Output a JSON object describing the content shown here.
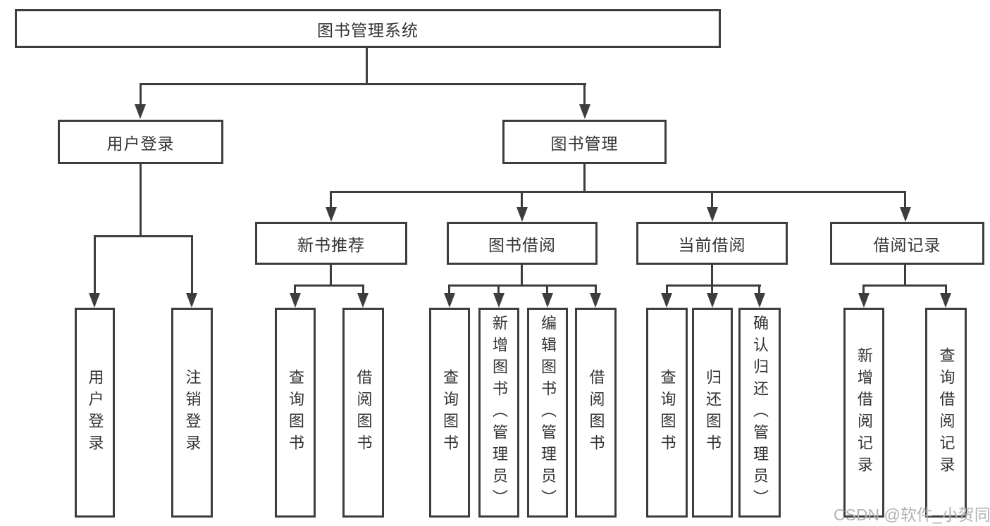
{
  "tree": {
    "root": {
      "label": "图书管理系统"
    },
    "branches": [
      {
        "label": "用户登录",
        "children": [
          {
            "label": "用户登录"
          },
          {
            "label": "注销登录"
          }
        ]
      },
      {
        "label": "图书管理",
        "children": [
          {
            "label": "新书推荐",
            "children": [
              {
                "label": "查询图书"
              },
              {
                "label": "借阅图书"
              }
            ]
          },
          {
            "label": "图书借阅",
            "children": [
              {
                "label": "查询图书"
              },
              {
                "label": "新增图书（管理员）"
              },
              {
                "label": "编辑图书（管理员）"
              },
              {
                "label": "借阅图书"
              }
            ]
          },
          {
            "label": "当前借阅",
            "children": [
              {
                "label": "查询图书"
              },
              {
                "label": "归还图书"
              },
              {
                "label": "确认归还（管理员）"
              }
            ]
          },
          {
            "label": "借阅记录",
            "children": [
              {
                "label": "新增借阅记录"
              },
              {
                "label": "查询借阅记录"
              }
            ]
          }
        ]
      }
    ]
  },
  "watermark": "CSDN @软件_小贺同学",
  "colors": {
    "line": "#3d3d3d",
    "text": "#333333",
    "watermark": "#b2b2b2"
  }
}
